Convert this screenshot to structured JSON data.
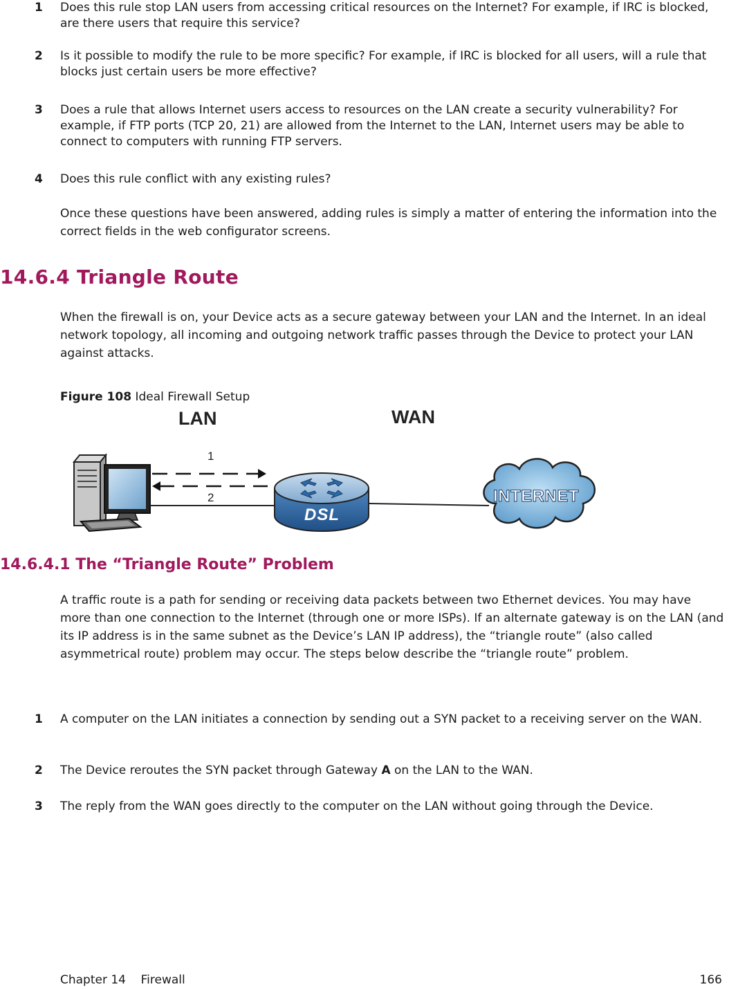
{
  "questions": [
    {
      "num": "1",
      "text": "Does this rule stop LAN users from accessing critical resources on the Internet? For example, if IRC is blocked, are there users that require this service?"
    },
    {
      "num": "2",
      "text": "Is it possible to modify the rule to be more specific? For example, if IRC is blocked for all users, will a rule that blocks just certain users be more effective?"
    },
    {
      "num": "3",
      "text": "Does a rule that allows Internet users access to resources on the LAN create a security vulnerability? For example, if FTP ports (TCP 20, 21) are allowed from the Internet to the LAN, Internet users may be able to connect to computers with running FTP servers."
    },
    {
      "num": "4",
      "text": "Does this rule conflict with any existing rules?"
    }
  ],
  "after_questions": "Once these questions have been answered, adding rules is simply a matter of entering the information into the correct fields in the web configurator screens.",
  "section_heading": "14.6.4  Triangle Route",
  "section_para": "When the firewall is on, your Device acts as a secure gateway between your LAN and the Internet. In an ideal network topology, all incoming and outgoing network traffic passes through the Device to protect your LAN against attacks.",
  "figure": {
    "label": "Figure 108",
    "title": "Ideal Firewall Setup",
    "lan_label": "LAN",
    "wan_label": "WAN",
    "arrow1": "1",
    "arrow2": "2",
    "router_text": "DSL",
    "cloud_text": "INTERNET"
  },
  "subsection_heading": "14.6.4.1  The “Triangle Route” Problem",
  "subsection_para": "A traffic route is a path for sending or receiving data packets between two Ethernet devices. You may have more than one connection to the Internet (through one or more ISPs). If an alternate gateway is on the LAN (and its IP address is in the same subnet as the Device’s LAN IP address), the “triangle route” (also called asymmetrical route) problem may occur. The steps below describe the “triangle route” problem.",
  "steps": [
    {
      "num": "1",
      "text": "A computer on the LAN initiates a connection by sending out a SYN packet to a receiving server on the WAN."
    },
    {
      "num": "2",
      "text_before": "The Device reroutes the SYN packet through Gateway ",
      "bold": "A",
      "text_after": " on the LAN to the WAN."
    },
    {
      "num": "3",
      "text": "The reply from the WAN goes directly to the computer on the LAN without going through the Device."
    }
  ],
  "footer": {
    "chapter": "Chapter 14    Firewall",
    "page": "166"
  }
}
